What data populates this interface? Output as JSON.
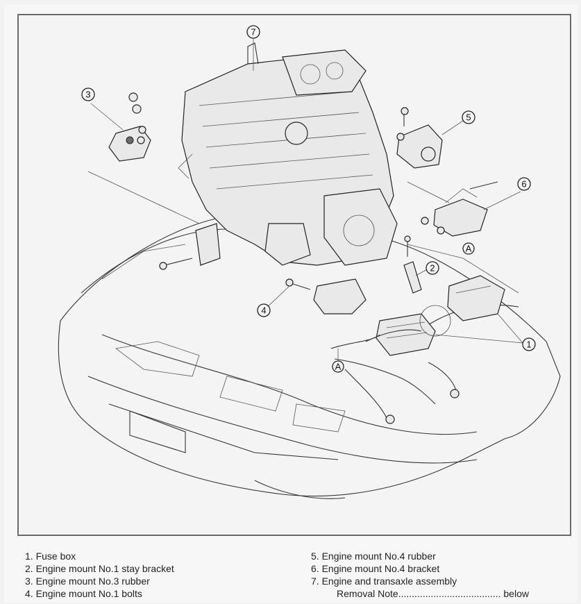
{
  "diagram": {
    "callouts": [
      "7",
      "3",
      "5",
      "6",
      "2",
      "4",
      "1"
    ],
    "ref_marks": [
      "A",
      "A"
    ]
  },
  "legend": {
    "left": [
      "1. Fuse box",
      "2. Engine mount No.1 stay bracket",
      "3. Engine mount No.3 rubber",
      "4. Engine mount No.1 bolts"
    ],
    "right": [
      "5. Engine mount No.4 rubber",
      "6. Engine mount No.4 bracket",
      "7. Engine and transaxle assembly"
    ],
    "removal_note": "Removal Note...................................... below"
  }
}
